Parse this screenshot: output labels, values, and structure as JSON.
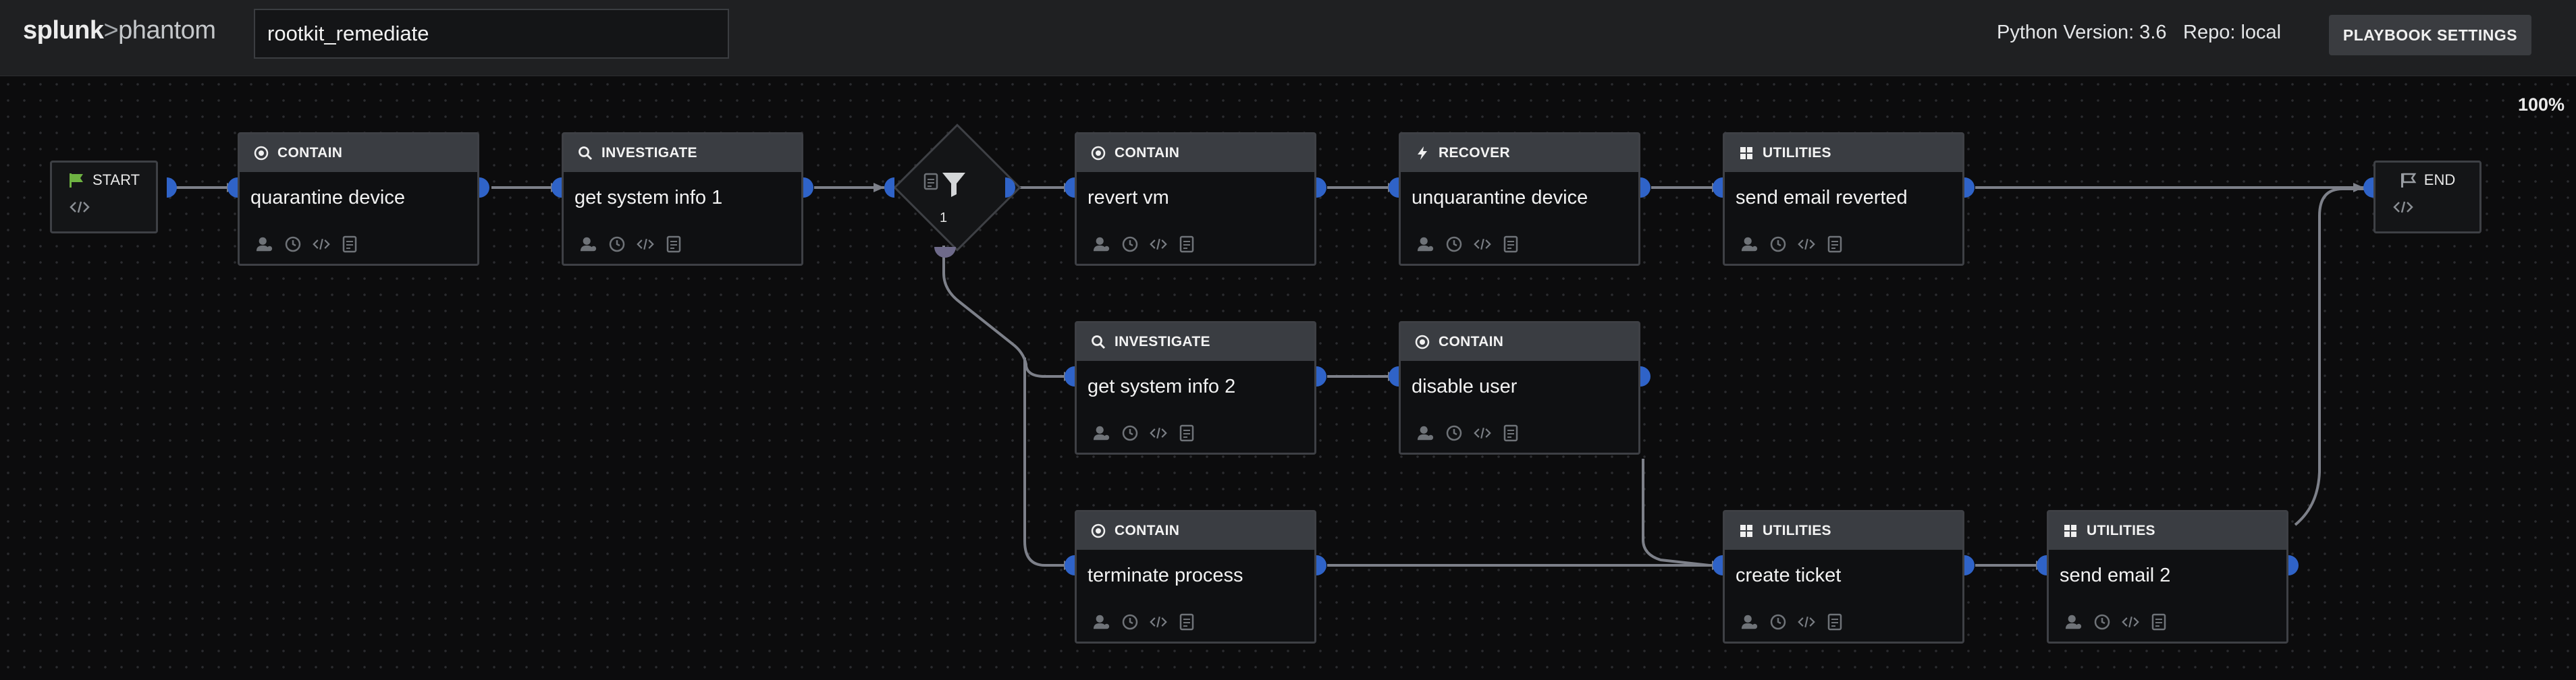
{
  "app": {
    "logo_primary": "splunk",
    "logo_sep": ">",
    "logo_secondary": "phantom"
  },
  "header": {
    "playbook_name": "rootkit_remediate",
    "python_version": "Python Version: 3.6",
    "repo": "Repo: local",
    "settings_label": "PLAYBOOK SETTINGS"
  },
  "canvas": {
    "zoom": "100%"
  },
  "colors": {
    "port": "#2f63c8",
    "wire": "#7d8089",
    "start_flag": "#6eb242",
    "accent_bg": "#1f2022"
  },
  "start": {
    "label": "START"
  },
  "end": {
    "label": "END"
  },
  "filter": {
    "count": "1"
  },
  "blocks": {
    "quarantine": {
      "category": "CONTAIN",
      "title": "quarantine device"
    },
    "sysinfo1": {
      "category": "INVESTIGATE",
      "title": "get system info 1"
    },
    "revert": {
      "category": "CONTAIN",
      "title": "revert vm"
    },
    "unquarantine": {
      "category": "RECOVER",
      "title": "unquarantine device"
    },
    "email_reverted": {
      "category": "UTILITIES",
      "title": "send email reverted"
    },
    "sysinfo2": {
      "category": "INVESTIGATE",
      "title": "get system info 2"
    },
    "disable_user": {
      "category": "CONTAIN",
      "title": "disable user"
    },
    "terminate": {
      "category": "CONTAIN",
      "title": "terminate process"
    },
    "ticket": {
      "category": "UTILITIES",
      "title": "create ticket"
    },
    "email2": {
      "category": "UTILITIES",
      "title": "send email 2"
    }
  }
}
